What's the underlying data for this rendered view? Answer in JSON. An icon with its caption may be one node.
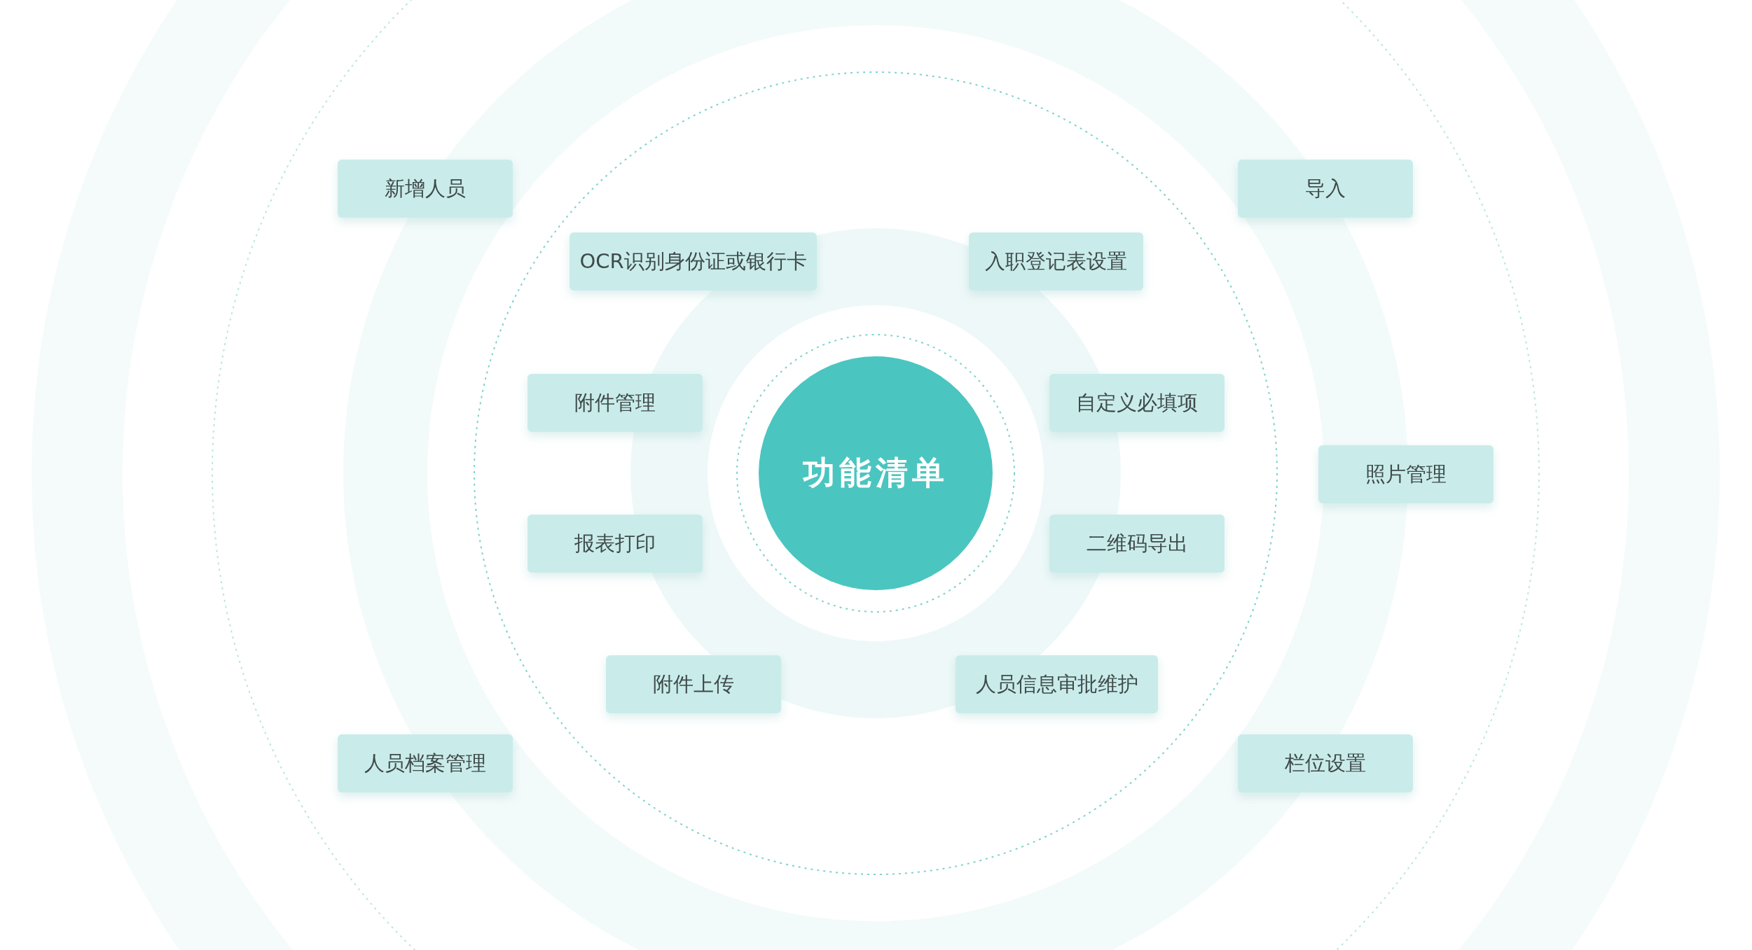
{
  "diagram": {
    "nodes": [
      {
        "text": [
          "功能清单"
        ]
      },
      {
        "text": [
          "新增人员"
        ]
      },
      {
        "text": [
          "导入"
        ]
      },
      {
        "text": [
          "OCR识别身份证或银行卡"
        ]
      },
      {
        "text": [
          "入职登记表设置"
        ]
      },
      {
        "text": [
          "附件管理"
        ]
      },
      {
        "text": [
          "自定义必填项"
        ]
      },
      {
        "text": [
          "照片管理"
        ]
      },
      {
        "text": [
          "报表打印"
        ]
      },
      {
        "text": [
          "二维码导出"
        ]
      },
      {
        "text": [
          "附件上传"
        ]
      },
      {
        "text": [
          "人员信息审批维护"
        ]
      },
      {
        "text": [
          "人员档案管理"
        ]
      },
      {
        "text": [
          "栏位设置"
        ]
      }
    ]
  }
}
